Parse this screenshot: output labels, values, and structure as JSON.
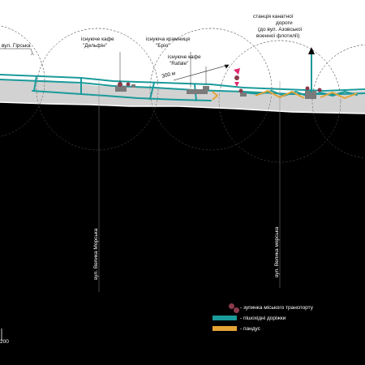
{
  "labels": {
    "street_girska": "вул. Гірська",
    "cafe_delfin_1": "існуюче кафе",
    "cafe_delfin_2": "\"Дельфін\"",
    "shop_brio_1": "існуюча крамниця",
    "shop_brio_2": "\"Бріо\"",
    "cafe_rafale_1": "існуюче кафе",
    "cafe_rafale_2": "\"Rafale\"",
    "cable_1": "станція канатної",
    "cable_2": "дороги",
    "cable_3": "(до вул. Азовської",
    "cable_4": "военної флотилії)",
    "distance": "300 м",
    "street_velyka_morska_1": "вул. Велика Морська",
    "street_velyka_morska_2": "вул. Велика морська"
  },
  "legend": {
    "stops": "- зупинка міського транспорту",
    "paths": "- пішохідні доріжки",
    "ramp": "- пандус"
  },
  "scale": {
    "label": "200"
  },
  "colors": {
    "path_teal": "#1b9a9a",
    "ramp_orange": "#e5a437",
    "stop_marker": "#8a3b4b",
    "accent_pink": "#e0286e",
    "sea_dark": "#000000",
    "beach_gray": "#d2d2d2"
  }
}
